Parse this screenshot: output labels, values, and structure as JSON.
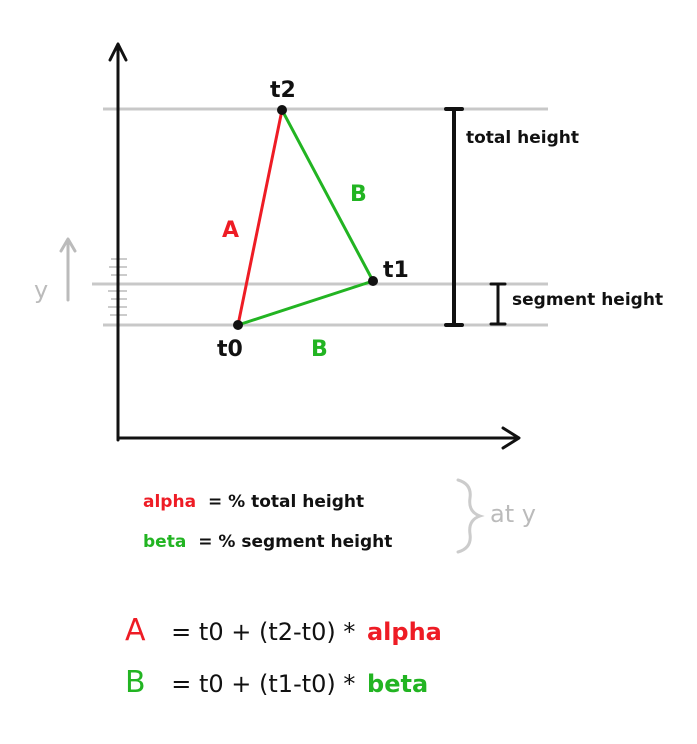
{
  "colors": {
    "red": "#ee1c25",
    "green": "#22b422",
    "black": "#111111",
    "gray": "#c8c8c8",
    "lightgray": "#bbbbbb"
  },
  "labels": {
    "t0": "t0",
    "t1": "t1",
    "t2": "t2",
    "edge_a": "A",
    "edge_b_upper": "B",
    "edge_b_lower": "B",
    "total_height": "total height",
    "segment_height": "segment height",
    "y_axis": "y"
  },
  "notes": {
    "alpha_word": "alpha",
    "alpha_rest": "= % total height",
    "beta_word": "beta",
    "beta_rest": "= % segment height",
    "at_y": "at y"
  },
  "equations": {
    "a_lhs": "A",
    "a_rhs": "= t0 + (t2-t0) *",
    "a_factor": "alpha",
    "b_lhs": "B",
    "b_rhs": "= t0 + (t1-t0) *",
    "b_factor": "beta"
  }
}
